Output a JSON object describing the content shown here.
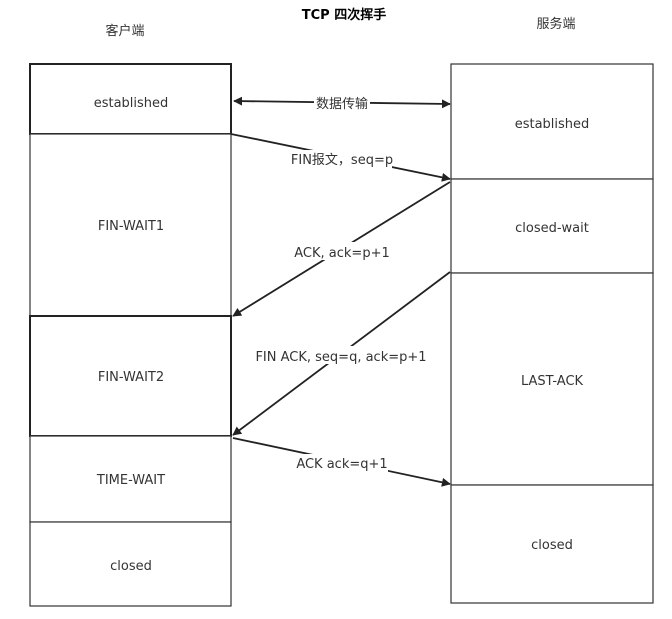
{
  "title": "TCP 四次挥手",
  "client": {
    "label": "客户端",
    "states": [
      "established",
      "FIN-WAIT1",
      "FIN-WAIT2",
      "TIME-WAIT",
      "closed"
    ]
  },
  "server": {
    "label": "服务端",
    "states": [
      "established",
      "closed-wait",
      "LAST-ACK",
      "closed"
    ]
  },
  "messages": [
    "数据传输",
    "FIN报文，seq=p",
    "ACK, ack=p+1",
    "FIN ACK, seq=q, ack=p+1",
    "ACK ack=q+1"
  ]
}
